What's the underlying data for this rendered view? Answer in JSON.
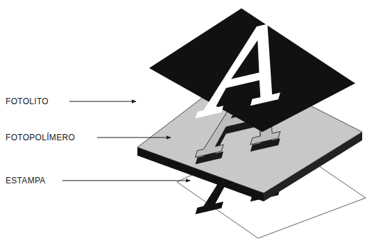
{
  "diagram": {
    "labels": [
      "FOTOLITO",
      "FOTOPOLÍMERO",
      "ESTAMPA"
    ]
  }
}
